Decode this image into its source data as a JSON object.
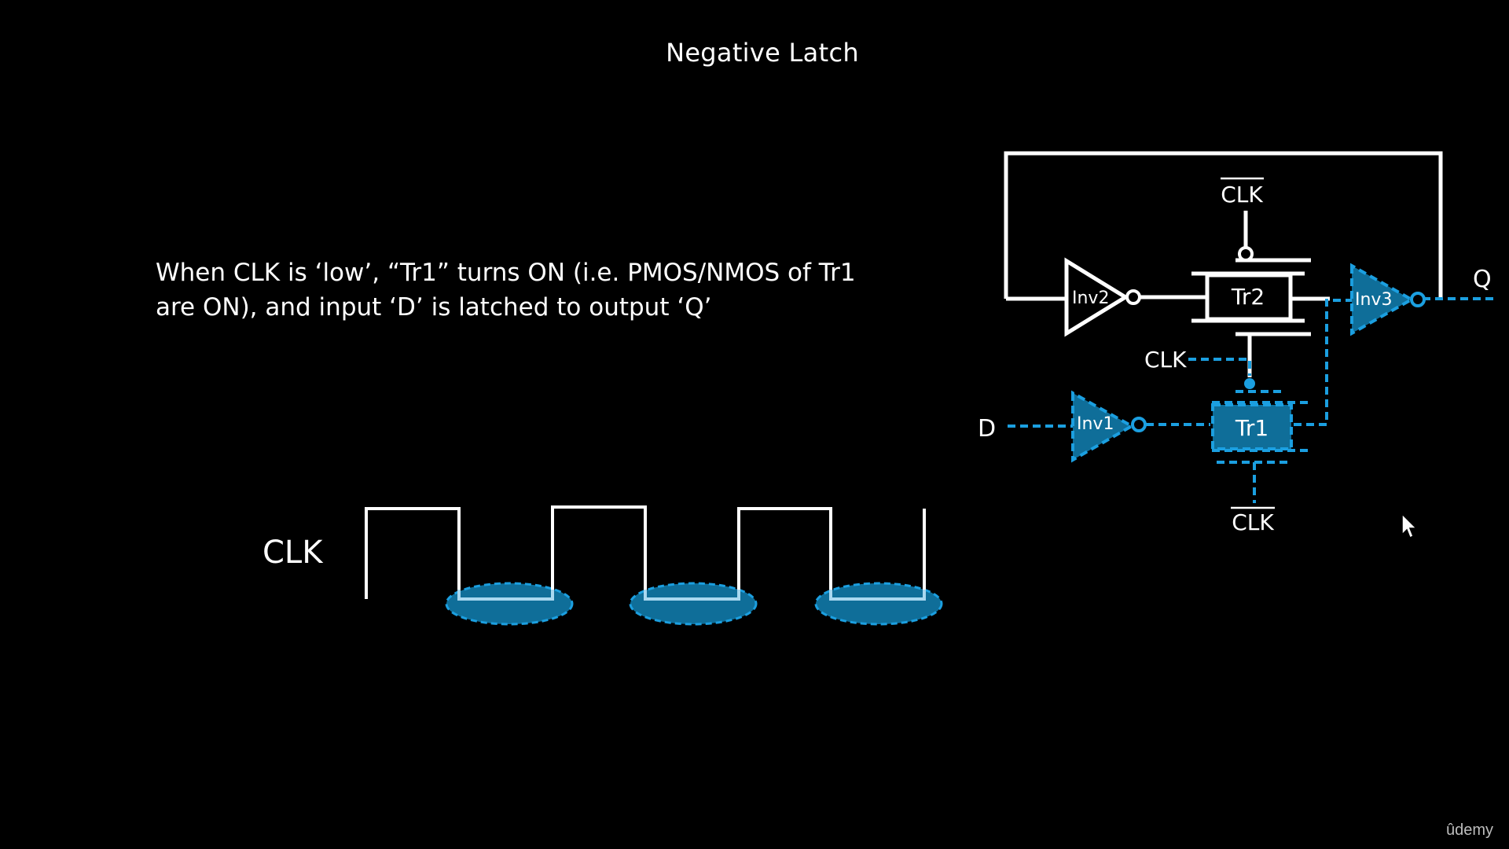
{
  "slide": {
    "title": "Negative Latch",
    "description_lines": [
      "When CLK is ‘low’, “Tr1” turns ON (i.e. PMOS/NMOS of Tr1",
      "are ON), and input ‘D’ is latched to output ‘Q’"
    ],
    "waveform_label": "CLK",
    "watermark": "ûdemy"
  },
  "circuit": {
    "clk_bar_top": "CLK",
    "clk_mid": "CLK",
    "clk_bar_bottom": "CLK",
    "input_d": "D",
    "output_q": "Q",
    "inv1": "Inv1",
    "inv2": "Inv2",
    "inv3": "Inv3",
    "tr1": "Tr1",
    "tr2": "Tr2"
  },
  "colors": {
    "background": "#000000",
    "active_blue": "#1b9fe0",
    "active_fill": "#0f6e99",
    "inactive": "#ffffff"
  }
}
